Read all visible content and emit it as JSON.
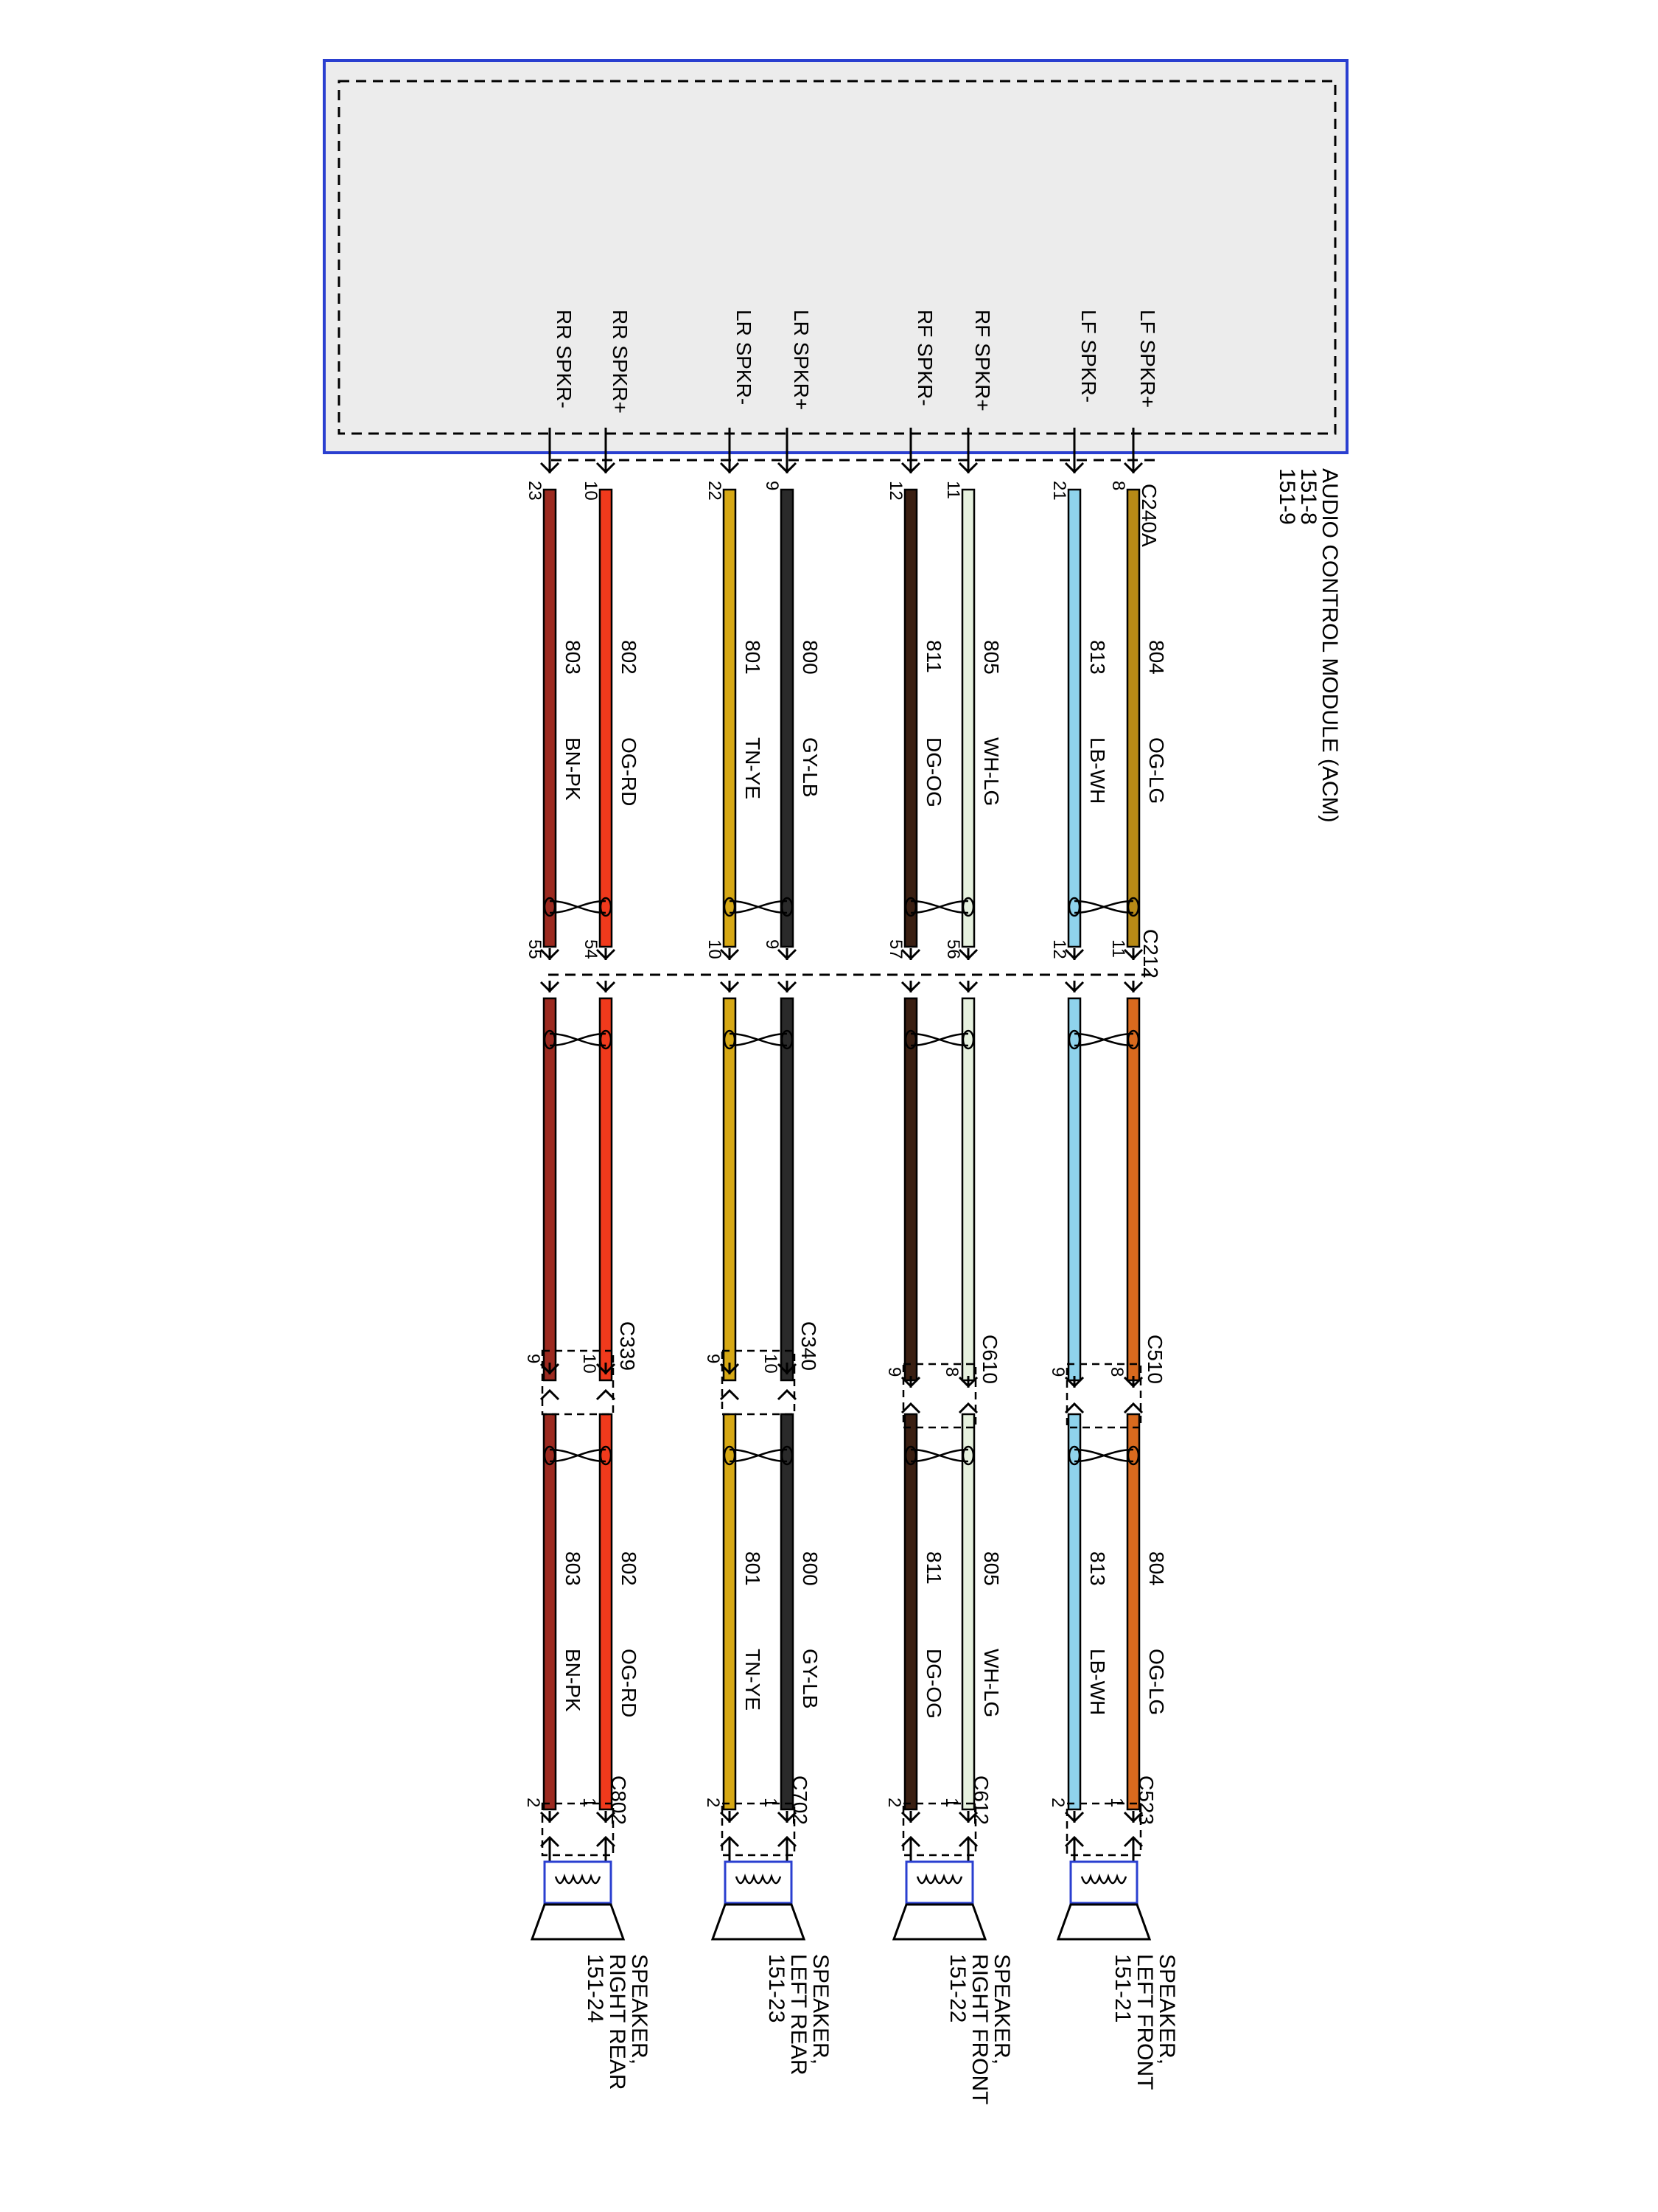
{
  "module": {
    "title": "AUDIO CONTROL MODULE (ACM)",
    "refs": [
      "151-8",
      "151-9"
    ],
    "connector": "C240A"
  },
  "inline_connectors": {
    "main": "C212"
  },
  "wires": [
    {
      "pin_label": "LF SPKR+",
      "acm_pin": "8",
      "circuit": "804",
      "color_code": "OG-LG",
      "c212_pin": "11",
      "seg1_color": "#b88a16",
      "seg2_color": "#d96a1e"
    },
    {
      "pin_label": "LF SPKR-",
      "acm_pin": "21",
      "circuit": "813",
      "color_code": "LB-WH",
      "c212_pin": "12",
      "seg1_color": "#8fd3ec",
      "seg2_color": "#8fd3ec"
    },
    {
      "pin_label": "RF SPKR+",
      "acm_pin": "11",
      "circuit": "805",
      "color_code": "WH-LG",
      "c212_pin": "56",
      "seg1_color": "#e6f1de",
      "seg2_color": "#e6f1de"
    },
    {
      "pin_label": "RF SPKR-",
      "acm_pin": "12",
      "circuit": "811",
      "color_code": "DG-OG",
      "c212_pin": "57",
      "seg1_color": "#3a1f12",
      "seg2_color": "#3a1f12"
    },
    {
      "pin_label": "LR SPKR+",
      "acm_pin": "9",
      "circuit": "800",
      "color_code": "GY-LB",
      "c212_pin": "9",
      "seg1_color": "#2a2a2a",
      "seg2_color": "#2a2a2a"
    },
    {
      "pin_label": "LR SPKR-",
      "acm_pin": "22",
      "circuit": "801",
      "color_code": "TN-YE",
      "c212_pin": "10",
      "seg1_color": "#d6a814",
      "seg2_color": "#d6a814"
    },
    {
      "pin_label": "RR SPKR+",
      "acm_pin": "10",
      "circuit": "802",
      "color_code": "OG-RD",
      "c212_pin": "54",
      "seg1_color": "#f03a1c",
      "seg2_color": "#f03a1c"
    },
    {
      "pin_label": "RR SPKR-",
      "acm_pin": "23",
      "circuit": "803",
      "color_code": "BN-PK",
      "c212_pin": "55",
      "seg1_color": "#9c2a20",
      "seg2_color": "#9c2a20"
    }
  ],
  "speakers": [
    {
      "name": "SPEAKER,",
      "position": "LEFT FRONT",
      "ref": "151-21",
      "body_connector": "C510",
      "body_pins": [
        "8",
        "9"
      ],
      "spk_connector": "C523",
      "spk_pins": [
        "1",
        "2"
      ]
    },
    {
      "name": "SPEAKER,",
      "position": "RIGHT FRONT",
      "ref": "151-22",
      "body_connector": "C610",
      "body_pins": [
        "8",
        "9"
      ],
      "spk_connector": "C612",
      "spk_pins": [
        "1",
        "2"
      ]
    },
    {
      "name": "SPEAKER,",
      "position": "LEFT REAR",
      "ref": "151-23",
      "body_connector": "C340",
      "body_pins": [
        "10",
        "9"
      ],
      "spk_connector": "C702",
      "spk_pins": [
        "1",
        "2"
      ]
    },
    {
      "name": "SPEAKER,",
      "position": "RIGHT REAR",
      "ref": "151-24",
      "body_connector": "C339",
      "body_pins": [
        "10",
        "9"
      ],
      "spk_connector": "C802",
      "spk_pins": [
        "1",
        "2"
      ]
    }
  ],
  "colors": {
    "module_border": "#2a3fd0",
    "module_fill": "#ececec",
    "speaker_coil_box": "#2a3fd0",
    "line": "#000000"
  }
}
